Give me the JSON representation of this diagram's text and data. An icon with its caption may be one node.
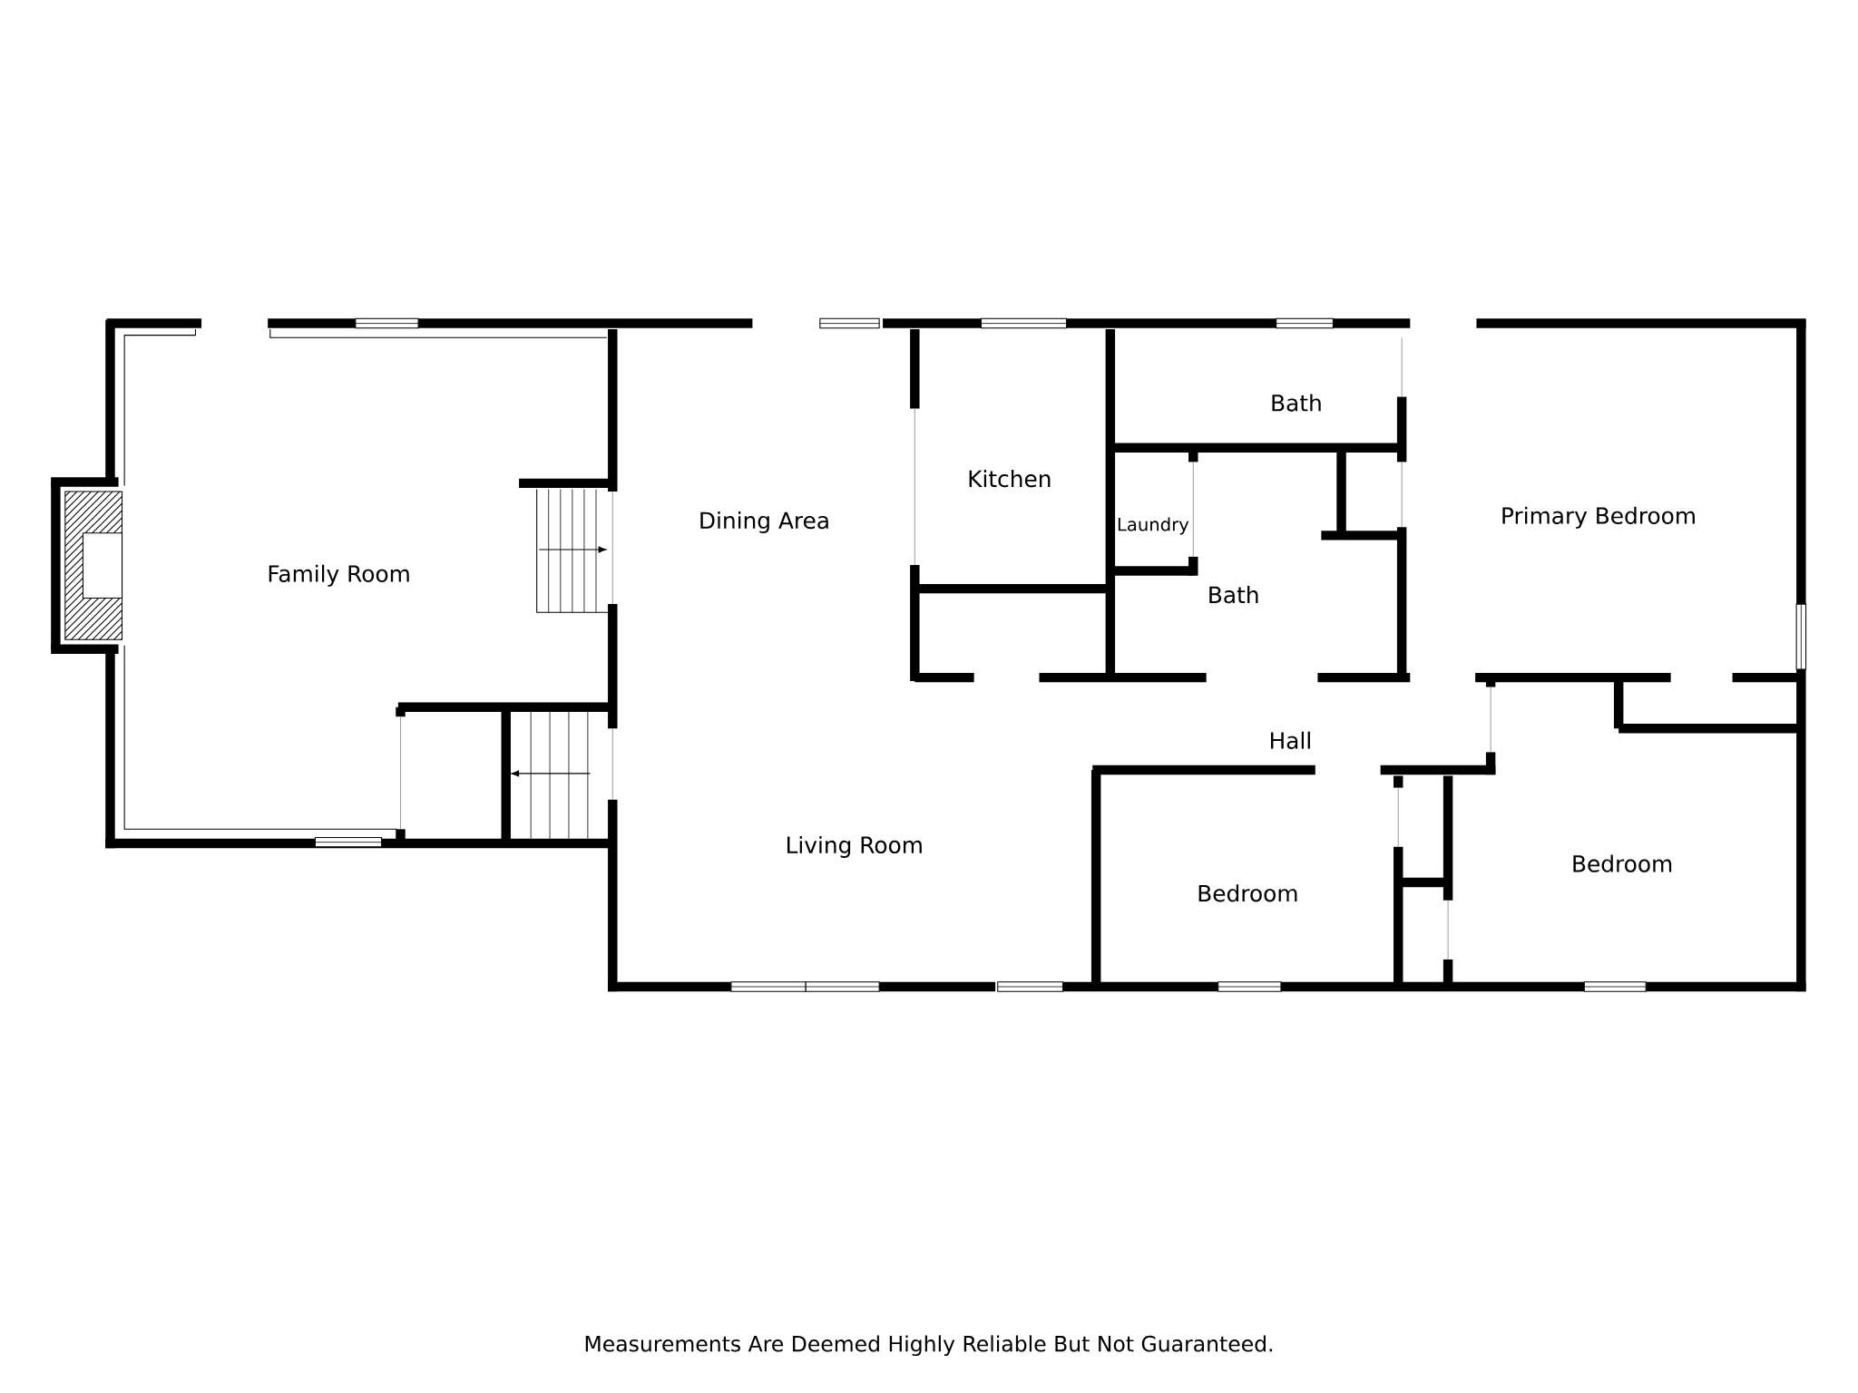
{
  "diagram": {
    "caption": "Measurements Are Deemed Highly Reliable But Not Guaranteed.",
    "labels": [
      "Bath",
      "Kitchen",
      "Primary Bedroom",
      "Dining Area",
      "Laundry",
      "Family Room",
      "Bath",
      "Hall",
      "Living Room",
      "Bedroom",
      "Bedroom"
    ]
  }
}
